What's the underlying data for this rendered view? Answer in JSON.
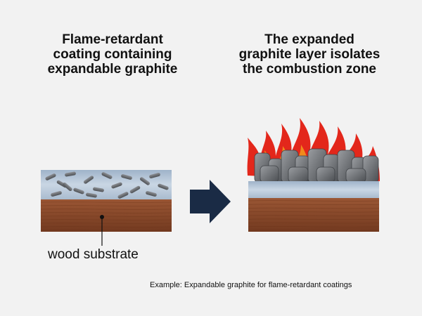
{
  "left_panel": {
    "title_lines": [
      "Flame-retardant",
      "coating containing",
      "expandable graphite"
    ],
    "substrate_label": "wood substrate"
  },
  "right_panel": {
    "title_lines": [
      "The expanded",
      "graphite layer isolates",
      "the combustion zone"
    ]
  },
  "caption": "Example: Expandable graphite for flame-retardant coatings",
  "icons": [
    "right-arrow-icon",
    "flame-icon"
  ],
  "colors": {
    "background": "#f2f2f2",
    "coating": "#b8c9dc",
    "wood": "#8a4a2c",
    "arrow": "#1a2b45",
    "graphite": "#6b6e72",
    "flame_red": "#e3271b",
    "flame_orange": "#f08a1c",
    "flame_yellow": "#f8d23a"
  }
}
